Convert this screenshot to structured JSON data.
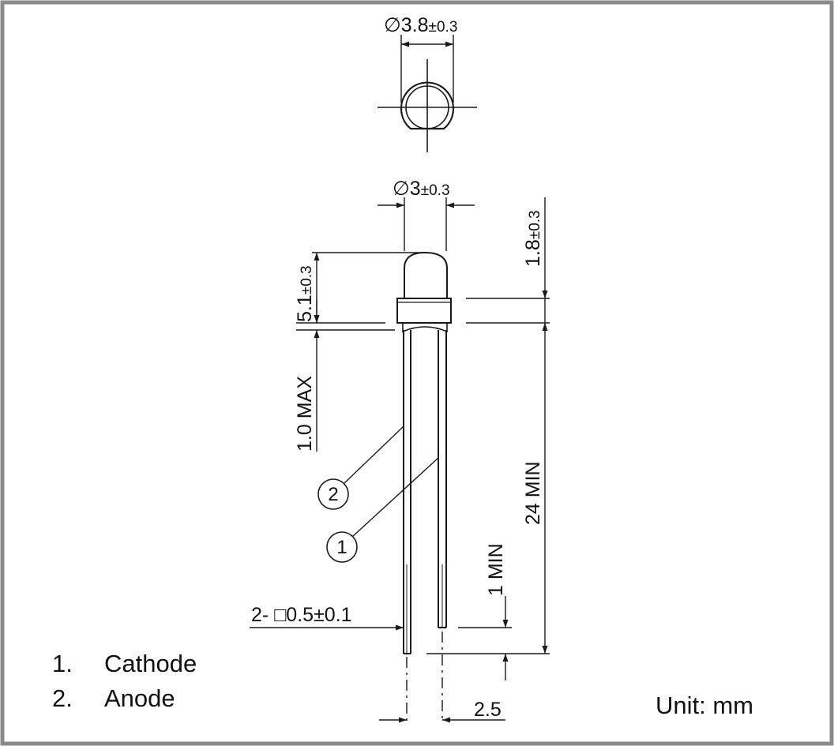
{
  "drawing": {
    "top_view_diameter": {
      "symbol": "∅",
      "value": "3.8",
      "tolerance": "±0.3"
    },
    "lens_diameter": {
      "symbol": "∅",
      "value": "3",
      "tolerance": "±0.3"
    },
    "lens_height": {
      "value": "5.1",
      "tolerance": "±0.3"
    },
    "flange_height": {
      "value": "1.8",
      "tolerance": "±0.3"
    },
    "flange_gap": "1.0 MAX",
    "lead_length": "24 MIN",
    "lead_end": "1 MIN",
    "lead_size": {
      "prefix": "2- ",
      "symbol": "□",
      "value": "0.5",
      "tolerance": "±0.1"
    },
    "pitch": "2.5",
    "callout_1": "1",
    "callout_2": "2"
  },
  "legend": [
    {
      "num": "1.",
      "label": "Cathode"
    },
    {
      "num": "2.",
      "label": "Anode"
    }
  ],
  "unit": "Unit: mm",
  "colors": {
    "border": "#8a8a8a",
    "line": "#1a1a1a",
    "lens": "#ffffff"
  }
}
